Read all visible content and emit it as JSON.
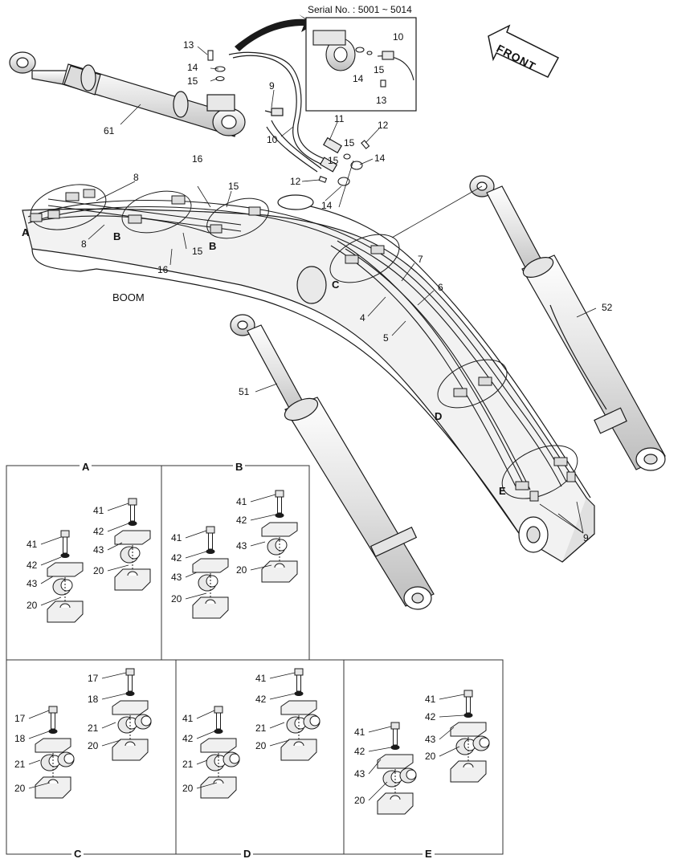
{
  "header": {
    "serial_note": "Serial No. : 5001 ~ 5014",
    "front_label": "FRONT",
    "boom_label": "BOOM"
  },
  "main_callouts": {
    "c13a": "13",
    "c14a": "14",
    "c15a": "15",
    "c9a": "9",
    "c61": "61",
    "c10a": "10",
    "c11": "11",
    "c12a": "12",
    "c15b": "15",
    "c14b": "14",
    "c15c": "15",
    "c12b": "12",
    "c14c": "14",
    "c16a": "16",
    "c15d": "15",
    "c8a": "8",
    "c8b": "8",
    "c15e": "15",
    "c16b": "16",
    "c7": "7",
    "c6": "6",
    "c4": "4",
    "c5": "5",
    "c52": "52",
    "c51": "51",
    "c9b": "9",
    "ins10": "10",
    "ins14": "14",
    "ins15": "15",
    "ins13": "13"
  },
  "section_markers": {
    "A": "A",
    "B1": "B",
    "B2": "B",
    "C": "C",
    "D": "D",
    "E": "E"
  },
  "detail_panels": {
    "A": {
      "title": "A",
      "labels": [
        "41",
        "42",
        "43",
        "20",
        "41",
        "42",
        "43",
        "20"
      ]
    },
    "B": {
      "title": "B",
      "labels": [
        "41",
        "42",
        "43",
        "20",
        "41",
        "42",
        "43",
        "20"
      ]
    },
    "C": {
      "title": "C",
      "labels": [
        "17",
        "18",
        "21",
        "20",
        "17",
        "18",
        "21",
        "20"
      ]
    },
    "D": {
      "title": "D",
      "labels": [
        "41",
        "42",
        "21",
        "20",
        "41",
        "42",
        "21",
        "20"
      ]
    },
    "E": {
      "title": "E",
      "labels": [
        "41",
        "42",
        "43",
        "20",
        "41",
        "42",
        "43",
        "20"
      ]
    }
  },
  "colors": {
    "line": "#1a1a1a",
    "part_fill": "#ededed",
    "shade": "#cfcfcf"
  }
}
